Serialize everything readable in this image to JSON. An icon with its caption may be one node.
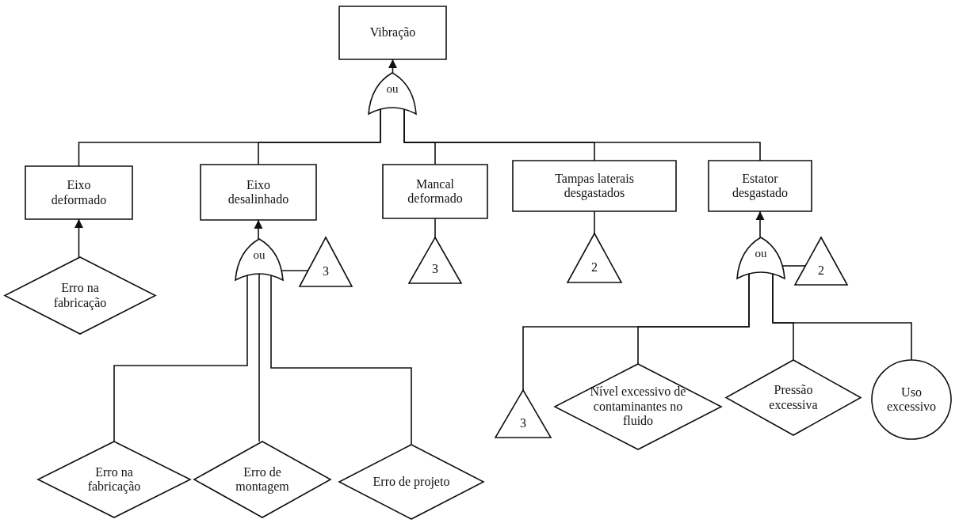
{
  "diagram": {
    "nodes": [
      {
        "text": [
          "Vibração"
        ]
      },
      {
        "text": [
          "ou"
        ]
      },
      {
        "text": [
          "Eixo deformado"
        ]
      },
      {
        "text": [
          "Eixo desalinhado"
        ]
      },
      {
        "text": [
          "Mancal deformado"
        ]
      },
      {
        "text": [
          "Tampas laterais desgastados"
        ]
      },
      {
        "text": [
          "Estator desgastado"
        ]
      },
      {
        "text": [
          "Erro na fabricação"
        ]
      },
      {
        "text": [
          "ou"
        ]
      },
      {
        "text": [
          "3"
        ]
      },
      {
        "text": [
          "3"
        ]
      },
      {
        "text": [
          "2"
        ]
      },
      {
        "text": [
          "ou"
        ]
      },
      {
        "text": [
          "2"
        ]
      },
      {
        "text": [
          "Erro na fabricação"
        ]
      },
      {
        "text": [
          "Erro de montagem"
        ]
      },
      {
        "text": [
          "Erro de projeto"
        ]
      },
      {
        "text": [
          "3"
        ]
      },
      {
        "text": [
          "Nível excessivo de contaminantes no fluido"
        ]
      },
      {
        "text": [
          "Pressão excessiva"
        ]
      },
      {
        "text": [
          "Uso excessivo"
        ]
      }
    ],
    "edges": [
      {
        "from": 1,
        "to": 0,
        "arrow": "to"
      },
      {
        "from": 2,
        "to": 1,
        "arrow": "none"
      },
      {
        "from": 3,
        "to": 1,
        "arrow": "none"
      },
      {
        "from": 4,
        "to": 1,
        "arrow": "none"
      },
      {
        "from": 5,
        "to": 1,
        "arrow": "none"
      },
      {
        "from": 6,
        "to": 1,
        "arrow": "none"
      },
      {
        "from": 7,
        "to": 2,
        "arrow": "to"
      },
      {
        "from": 8,
        "to": 3,
        "arrow": "to"
      },
      {
        "from": 9,
        "to": 8,
        "arrow": "none"
      },
      {
        "from": 10,
        "to": 4,
        "arrow": "none"
      },
      {
        "from": 11,
        "to": 5,
        "arrow": "none"
      },
      {
        "from": 12,
        "to": 6,
        "arrow": "to"
      },
      {
        "from": 13,
        "to": 12,
        "arrow": "none"
      },
      {
        "from": 14,
        "to": 8,
        "arrow": "none"
      },
      {
        "from": 15,
        "to": 8,
        "arrow": "none"
      },
      {
        "from": 16,
        "to": 8,
        "arrow": "none"
      },
      {
        "from": 17,
        "to": 12,
        "arrow": "none"
      },
      {
        "from": 18,
        "to": 12,
        "arrow": "none"
      },
      {
        "from": 19,
        "to": 12,
        "arrow": "none"
      },
      {
        "from": 20,
        "to": 12,
        "arrow": "none"
      }
    ]
  }
}
